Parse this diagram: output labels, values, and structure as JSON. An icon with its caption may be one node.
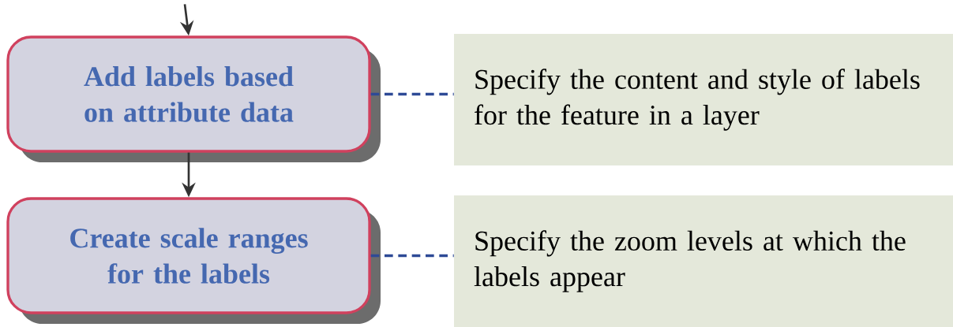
{
  "diagram": {
    "nodes": [
      {
        "text": [
          "Add labels based on attribute data"
        ]
      },
      {
        "text": [
          "Create scale ranges for the labels"
        ]
      },
      {
        "text": [
          "Specify the content and style of labels for the feature in a layer"
        ]
      },
      {
        "text": [
          "Specify the zoom levels at which the labels appear"
        ]
      }
    ],
    "edges": [
      {
        "from": null,
        "to": 0,
        "arrow": "to",
        "color": "#333333"
      },
      {
        "from": 0,
        "to": 1,
        "arrow": "to",
        "color": "#333333"
      },
      {
        "from": 0,
        "to": 2,
        "arrow": "none",
        "style": "dashed",
        "color": "#2e4a96"
      },
      {
        "from": 1,
        "to": 3,
        "arrow": "none",
        "style": "dashed",
        "color": "#2e4a96"
      }
    ]
  }
}
